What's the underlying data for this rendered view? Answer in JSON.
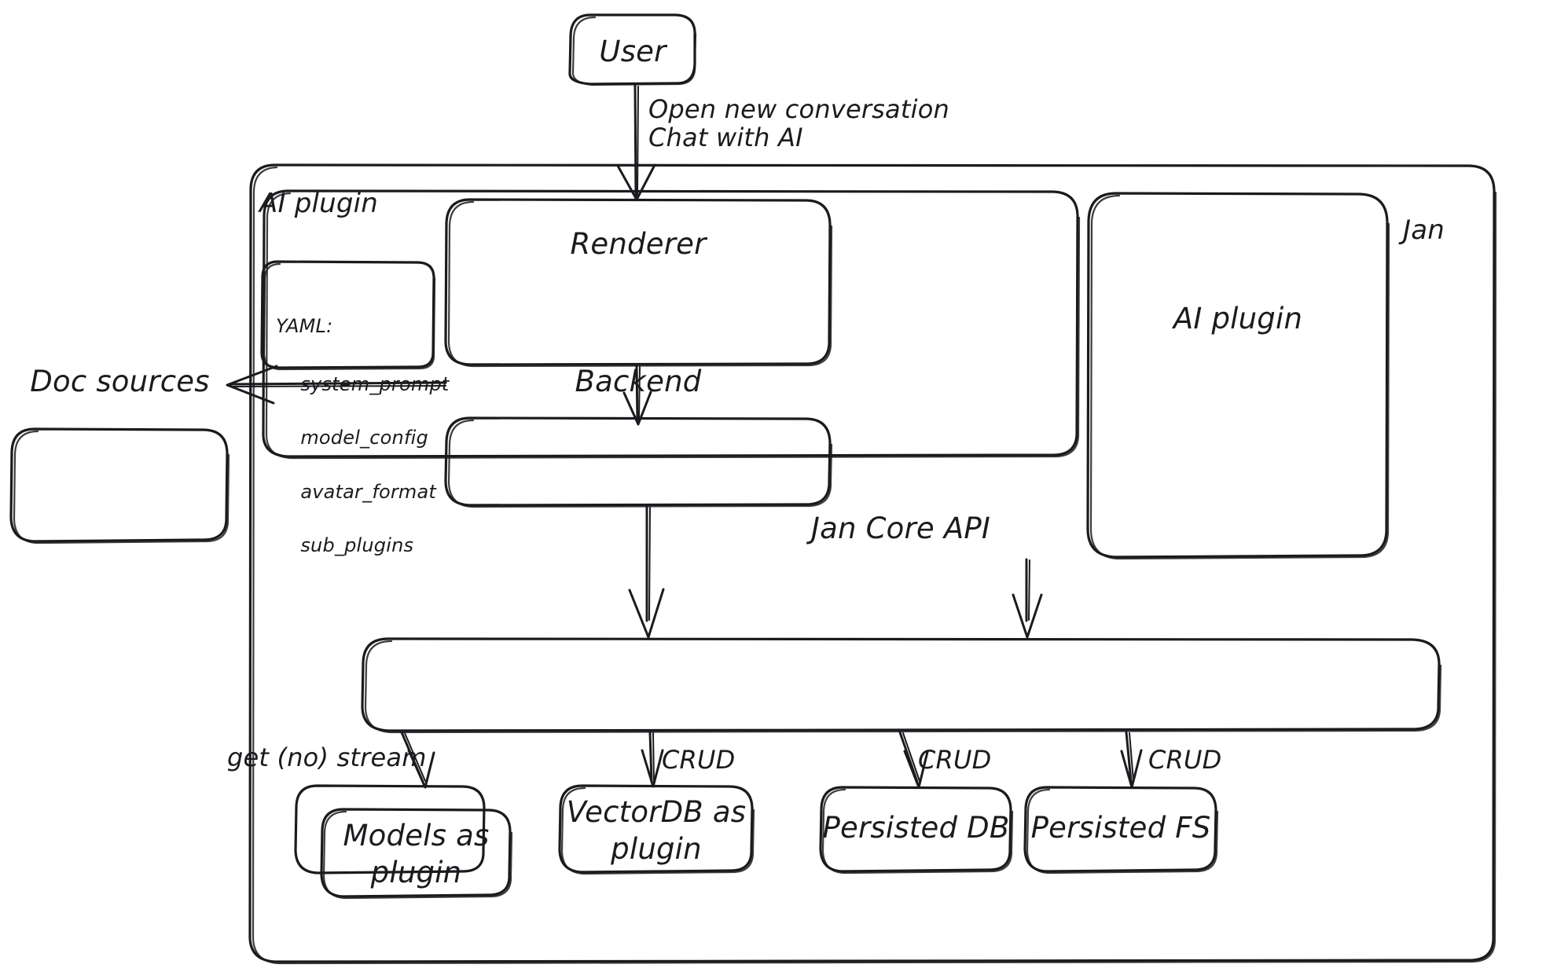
{
  "diagram": {
    "title_container": "Jan",
    "style": {
      "stroke": "#1b1b1f",
      "background": "#ffffff"
    },
    "nodes": {
      "user": {
        "label": "User"
      },
      "jan_container": {
        "label": "Jan"
      },
      "ai_plugin_group": {
        "label": "AI plugin"
      },
      "yaml_card": {
        "title": "YAML:",
        "keys": [
          "system_prompt",
          "model_config",
          "avatar_format",
          "sub_plugins"
        ]
      },
      "renderer": {
        "label": "Renderer"
      },
      "backend": {
        "label": "Backend"
      },
      "ai_plugin_right": {
        "label": "AI plugin"
      },
      "doc_sources": {
        "label": "Doc sources"
      },
      "jan_core_api": {
        "label": "Jan Core API"
      },
      "models_plugin": {
        "label": "Models as\nplugin"
      },
      "vectordb_plugin": {
        "label": "VectorDB as\nplugin"
      },
      "persisted_db": {
        "label": "Persisted DB"
      },
      "persisted_fs": {
        "label": "Persisted FS"
      }
    },
    "edges": [
      {
        "id": "user-to-renderer",
        "label": "Open new conversation\nChat with AI",
        "from": "user",
        "to": "renderer"
      },
      {
        "id": "renderer-to-backend",
        "label": "",
        "from": "renderer",
        "to": "backend"
      },
      {
        "id": "backend-to-doc-sources",
        "label": "",
        "from": "backend",
        "to": "doc_sources"
      },
      {
        "id": "backend-to-core",
        "label": "",
        "from": "backend",
        "to": "jan_core_api"
      },
      {
        "id": "aiplugin-to-core",
        "label": "",
        "from": "ai_plugin_right",
        "to": "jan_core_api"
      },
      {
        "id": "core-to-models",
        "label": "get (no) stream",
        "from": "jan_core_api",
        "to": "models_plugin"
      },
      {
        "id": "core-to-vectordb",
        "label": "CRUD",
        "from": "jan_core_api",
        "to": "vectordb_plugin"
      },
      {
        "id": "core-to-db",
        "label": "CRUD",
        "from": "jan_core_api",
        "to": "persisted_db"
      },
      {
        "id": "core-to-fs",
        "label": "CRUD",
        "from": "jan_core_api",
        "to": "persisted_fs"
      }
    ]
  }
}
